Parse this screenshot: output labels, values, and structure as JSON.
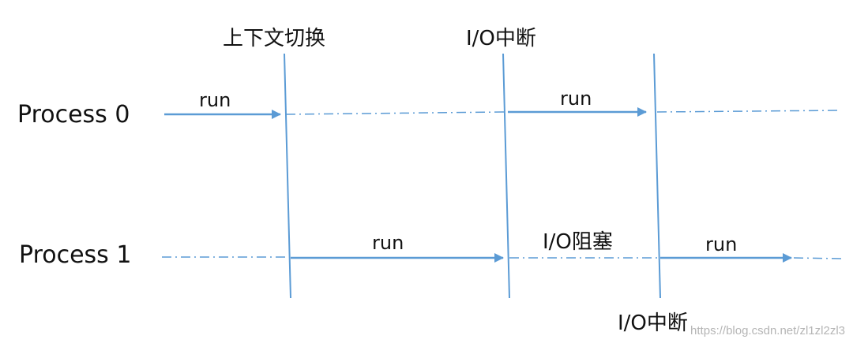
{
  "processes": [
    {
      "label": "Process 0"
    },
    {
      "label": "Process 1"
    }
  ],
  "events": {
    "context_switch": "上下文切换",
    "io_interrupt_top": "I/O中断",
    "io_interrupt_bottom": "I/O中断",
    "io_block": "I/O阻塞"
  },
  "run_label": "run",
  "watermark": "https://blog.csdn.net/zl1zl2zl3",
  "colors": {
    "line": "#5b9bd5",
    "text": "#111111"
  }
}
